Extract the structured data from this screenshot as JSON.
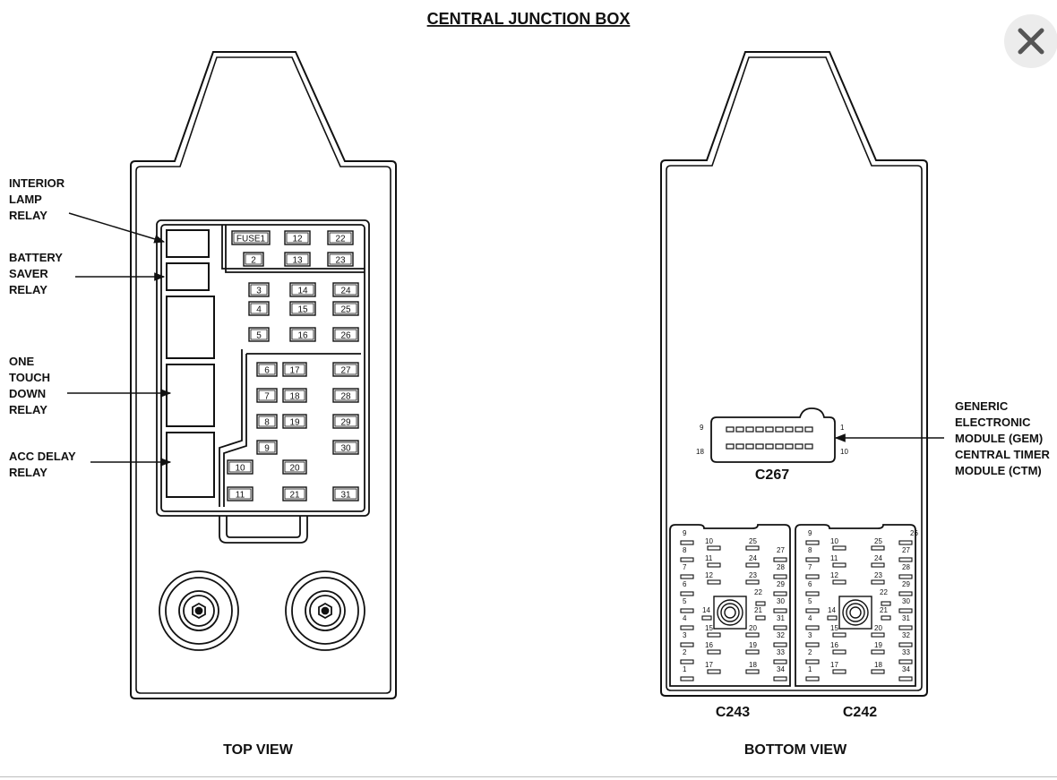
{
  "title": "CENTRAL JUNCTION BOX",
  "views": {
    "top": "TOP VIEW",
    "bottom": "BOTTOM VIEW"
  },
  "labels": {
    "interior_lamp_relay": [
      "INTERIOR",
      "LAMP",
      "RELAY"
    ],
    "battery_saver_relay": [
      "BATTERY",
      "SAVER",
      "RELAY"
    ],
    "one_touch_down_relay": [
      "ONE",
      "TOUCH",
      "DOWN",
      "RELAY"
    ],
    "acc_delay_relay": [
      "ACC DELAY",
      "RELAY"
    ],
    "gem_ctm": [
      "GENERIC",
      "ELECTRONIC",
      "MODULE (GEM)",
      "CENTRAL TIMER",
      "MODULE (CTM)"
    ]
  },
  "fuses": [
    "FUSE1",
    "2",
    "3",
    "4",
    "5",
    "6",
    "7",
    "8",
    "9",
    "10",
    "11",
    "12",
    "13",
    "14",
    "15",
    "16",
    "17",
    "18",
    "19",
    "20",
    "21",
    "22",
    "23",
    "24",
    "25",
    "26",
    "27",
    "28",
    "29",
    "30",
    "31"
  ],
  "connectors": {
    "c267": {
      "name": "C267",
      "pins": [
        "9",
        "18",
        "1",
        "10"
      ]
    },
    "c243": {
      "name": "C243"
    },
    "c242": {
      "name": "C242"
    },
    "pins": [
      "1",
      "2",
      "3",
      "4",
      "5",
      "6",
      "7",
      "8",
      "9",
      "10",
      "11",
      "12",
      "14",
      "15",
      "16",
      "17",
      "18",
      "19",
      "20",
      "21",
      "22",
      "23",
      "24",
      "25",
      "26",
      "27",
      "28",
      "29",
      "30",
      "31",
      "32",
      "33",
      "34"
    ]
  },
  "icons": {
    "close": "close-icon"
  }
}
